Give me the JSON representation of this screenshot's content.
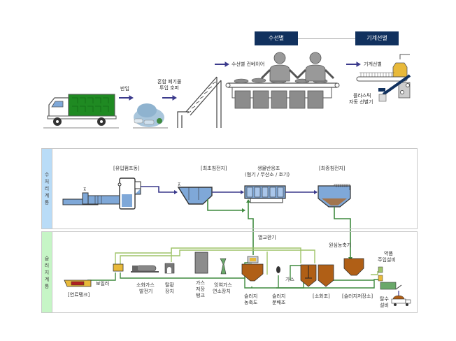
{
  "top_section": {
    "headers": [
      {
        "id": "manual-sort",
        "label": "수선별"
      },
      {
        "id": "machine-sort",
        "label": "기계선별"
      }
    ],
    "labels": {
      "carry_in": "반입",
      "hopper_line1": "혼합 폐기물",
      "hopper_line2": "투입 호퍼",
      "manual_conveyor": "수선별 컨베이어",
      "machine_sort": "기계선별",
      "plastic_sorter_line1": "플라스틱",
      "plastic_sorter_line2": "자동 선별기"
    }
  },
  "water_panel": {
    "side_label": [
      "수",
      "처",
      "리",
      "계",
      "통"
    ],
    "side_color": "#b9dcf7",
    "labels": {
      "inflow_pump": "[유입펌프동]",
      "primary_settling": "[최초침전지]",
      "bioreactor_line1": "생물반응조",
      "bioreactor_line2": "(혐기 / 무산소 / 호기)",
      "final_settling": "[최종침전지]"
    }
  },
  "sludge_panel": {
    "side_label": [
      "슬",
      "러",
      "지",
      "계",
      "통"
    ],
    "side_color": "#c6f5c6",
    "labels": {
      "fuel_tank": "[연료탱크]",
      "boiler": "보일러",
      "digestion_gas_gen_line1": "소화가스",
      "digestion_gas_gen_line2": "발전기",
      "desulfur_line1": "탈황",
      "desulfur_line2": "장치",
      "gas_tank_line1": "가스",
      "gas_tank_line2": "저장",
      "gas_tank_line3": "탱크",
      "excess_gas_line1": "잉여가스",
      "excess_gas_line2": "연소장치",
      "heat_exchanger": "열교환기",
      "centrifuge_thickener": "원심농축기",
      "chemical_line1": "약품",
      "chemical_line2": "주입설비",
      "gas": "가스",
      "sludge_thickener_line1": "슬러지",
      "sludge_thickener_line2": "농축도",
      "sludge_dist_line1": "슬러지",
      "sludge_dist_line2": "분배조",
      "digester": "[소화조]",
      "sludge_storage": "[슬러지저장소]",
      "dewater_line1": "탈수",
      "dewater_line2": "설비"
    }
  },
  "colors": {
    "header_navy": "#11315e",
    "flow_blue": "#3b3a8c",
    "flow_green": "#3f8a3f",
    "flow_lightgreen": "#9fc46a",
    "truck_green": "#1f8a22",
    "water_fill": "#7fa8d8",
    "sludge_brown": "#b05f16",
    "tank_gray": "#8c8c8c"
  }
}
